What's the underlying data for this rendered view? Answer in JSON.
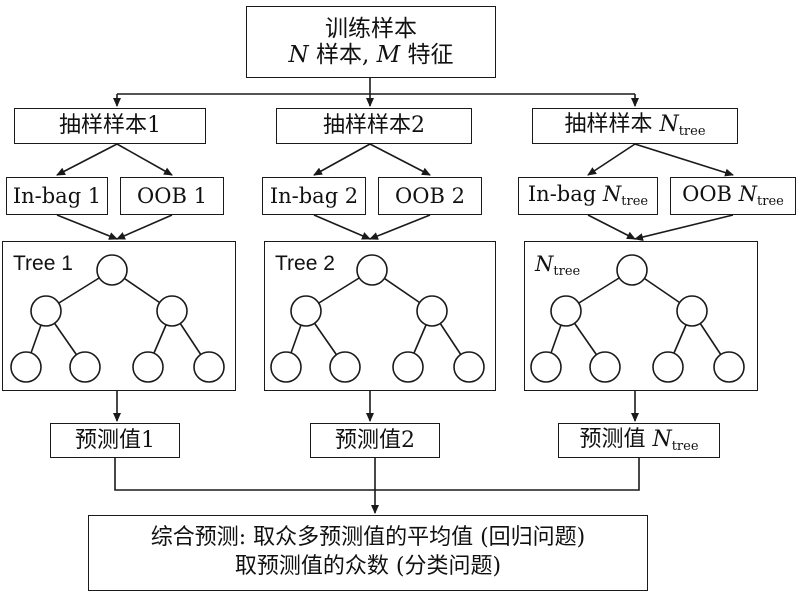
{
  "top": {
    "line1": "训练样本",
    "line2_n": "N",
    "line2_a": " 样本, ",
    "line2_m": "M",
    "line2_b": " 特征"
  },
  "columns": [
    {
      "sample": "抽样样本1",
      "sample_sub": "",
      "inbag": "In-bag 1",
      "inbag_sub": "",
      "oob": "OOB 1",
      "oob_sub": "",
      "tree_label": "Tree 1",
      "tree_sub": "",
      "pred": "预测值1",
      "pred_sub": ""
    },
    {
      "sample": "抽样样本2",
      "sample_sub": "",
      "inbag": "In-bag 2",
      "inbag_sub": "",
      "oob": "OOB 2",
      "oob_sub": "",
      "tree_label": "Tree 2",
      "tree_sub": "",
      "pred": "预测值2",
      "pred_sub": ""
    },
    {
      "sample": "抽样样本 ",
      "sample_var": "N",
      "sample_sub": "tree",
      "inbag": "In-bag ",
      "inbag_var": "N",
      "inbag_sub": "tree",
      "oob": "OOB ",
      "oob_var": "N",
      "oob_sub": "tree",
      "tree_label": "",
      "tree_var": "N",
      "tree_sub": "tree",
      "pred": "预测值 ",
      "pred_var": "N",
      "pred_sub": "tree"
    }
  ],
  "bottom": {
    "line1": "综合预测: 取众多预测值的平均值 (回归问题)",
    "line2": "取预测值的众数 (分类问题)"
  },
  "colors": {
    "stroke": "#1a1a1a",
    "fill": "#ffffff"
  }
}
